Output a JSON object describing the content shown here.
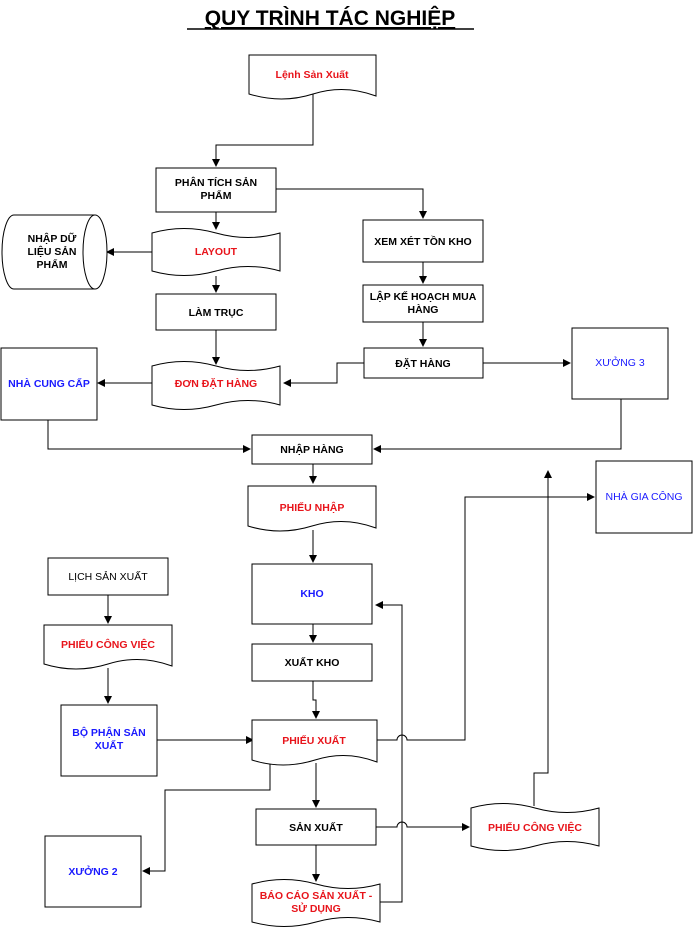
{
  "title": "QUY TRÌNH TÁC NGHIỆP",
  "nodes": {
    "lenh_san_xuat": "Lệnh Sản Xuất",
    "phan_tich_1": "PHÂN TÍCH SẢN",
    "phan_tich_2": "PHẨM",
    "nhap_du_lieu_1": "NHẬP DỮ",
    "nhap_du_lieu_2": "LIỆU SẢN",
    "nhap_du_lieu_3": "PHẨM",
    "layout": "LAYOUT",
    "xem_xet_ton_kho": "XEM XÉT TỒN KHO",
    "lap_ke_hoach_1": "LẬP KẾ HOẠCH MUA",
    "lap_ke_hoach_2": "HÀNG",
    "lam_truc": "LÀM TRỤC",
    "dat_hang": "ĐẶT HÀNG",
    "xuong_3": "XƯỞNG 3",
    "nha_cung_cap": "NHÀ CUNG CẤP",
    "don_dat_hang": "ĐƠN ĐẶT HÀNG",
    "nhap_hang": "NHẬP HÀNG",
    "nha_gia_cong": "NHÀ GIA CÔNG",
    "phieu_nhap": "PHIẾU NHẬP",
    "lich_san_xuat": "LỊCH SẢN XUẤT",
    "kho": "KHO",
    "phieu_cong_viec_left": "PHIẾU CÔNG VIỆC",
    "xuat_kho": "XUẤT KHO",
    "bo_phan_1": "BỘ PHẬN SẢN",
    "bo_phan_2": "XUẤT",
    "phieu_xuat": "PHIẾU XUẤT",
    "san_xuat": "SẢN XUẤT",
    "phieu_cong_viec_right": "PHIẾU CÔNG VIỆC",
    "xuong_2": "XƯỞNG 2",
    "bao_cao_1": "BÁO CÁO SẢN XUẤT -",
    "bao_cao_2": "SỬ DỤNG"
  },
  "colors": {
    "black": "#000000",
    "red": "#e8141b",
    "blue": "#1a1aff"
  }
}
